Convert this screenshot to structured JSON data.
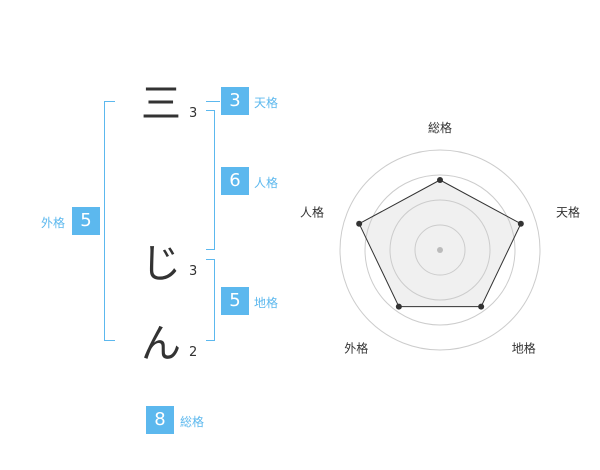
{
  "name": {
    "chars": [
      {
        "char": "三",
        "strokes": "3"
      },
      {
        "char": "じ",
        "strokes": "3"
      },
      {
        "char": "ん",
        "strokes": "2"
      }
    ]
  },
  "kakusu": {
    "tenkaku": {
      "value": "3",
      "label": "天格"
    },
    "jinkaku": {
      "value": "6",
      "label": "人格"
    },
    "chikaku": {
      "value": "5",
      "label": "地格"
    },
    "gaikaku": {
      "value": "5",
      "label": "外格"
    },
    "soukaku": {
      "value": "8",
      "label": "総格"
    }
  },
  "accent_color": "#5cb8ee",
  "chart_data": {
    "type": "radar",
    "axes": [
      "総格",
      "天格",
      "地格",
      "外格",
      "人格"
    ],
    "values": [
      0.7,
      0.85,
      0.7,
      0.7,
      0.85
    ],
    "rings": 4,
    "fill": "#f0f0f0",
    "ring_color": "#cccccc",
    "line_color": "#333333"
  }
}
